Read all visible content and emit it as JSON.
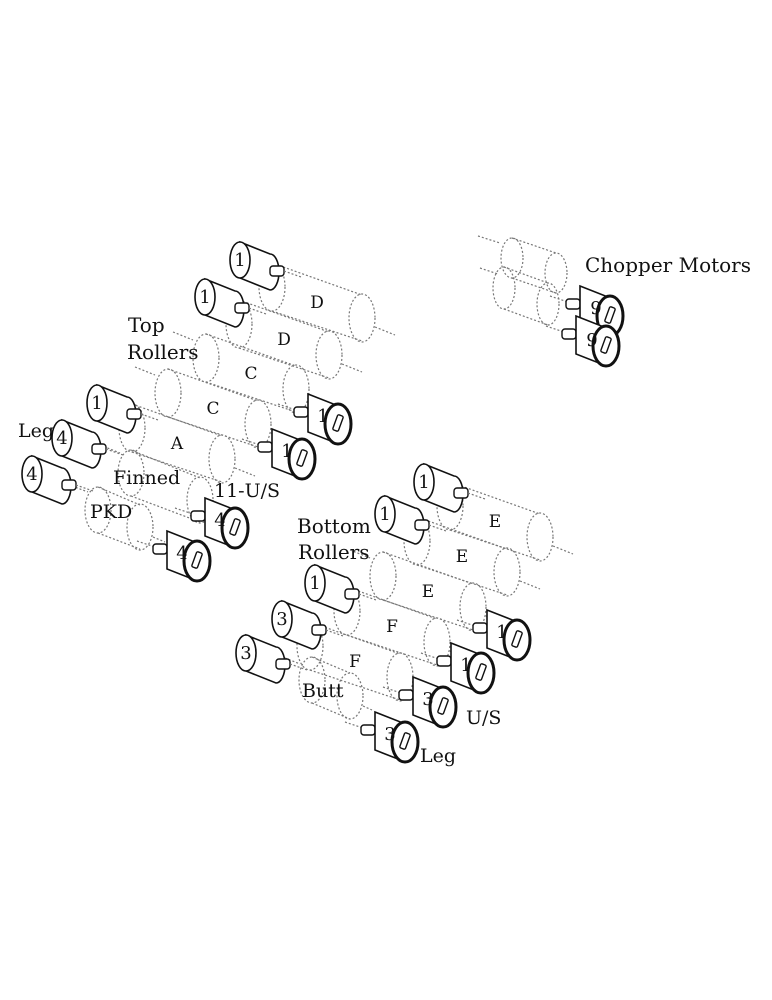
{
  "labels": {
    "chopper_motors": "Chopper Motors",
    "top_rollers_1": "Top",
    "top_rollers_2": "Rollers",
    "bottom_rollers_1": "Bottom",
    "bottom_rollers_2": "Rollers",
    "leg_top": "Leg",
    "finned": "Finned",
    "us_11": "11-U/S",
    "pkd": "PKD",
    "butt": "Butt",
    "us_bottom": "U/S",
    "leg_bottom": "Leg"
  },
  "rollers": [
    {
      "letter": "D"
    },
    {
      "letter": "D"
    },
    {
      "letter": "C"
    },
    {
      "letter": "C"
    },
    {
      "letter": "A"
    },
    {
      "letter": "E"
    },
    {
      "letter": "E"
    },
    {
      "letter": "E"
    },
    {
      "letter": "F"
    },
    {
      "letter": "F"
    }
  ],
  "motors_back": [
    {
      "number": "1"
    },
    {
      "number": "1"
    },
    {
      "number": "1"
    },
    {
      "number": "4"
    },
    {
      "number": "4"
    },
    {
      "number": "1"
    },
    {
      "number": "1"
    },
    {
      "number": "1"
    },
    {
      "number": "3"
    },
    {
      "number": "3"
    }
  ],
  "motors_front": [
    {
      "number": "9"
    },
    {
      "number": "9"
    },
    {
      "number": "1"
    },
    {
      "number": "1"
    },
    {
      "number": "4"
    },
    {
      "number": "4"
    },
    {
      "number": "1"
    },
    {
      "number": "1"
    },
    {
      "number": "3"
    },
    {
      "number": "3"
    }
  ]
}
